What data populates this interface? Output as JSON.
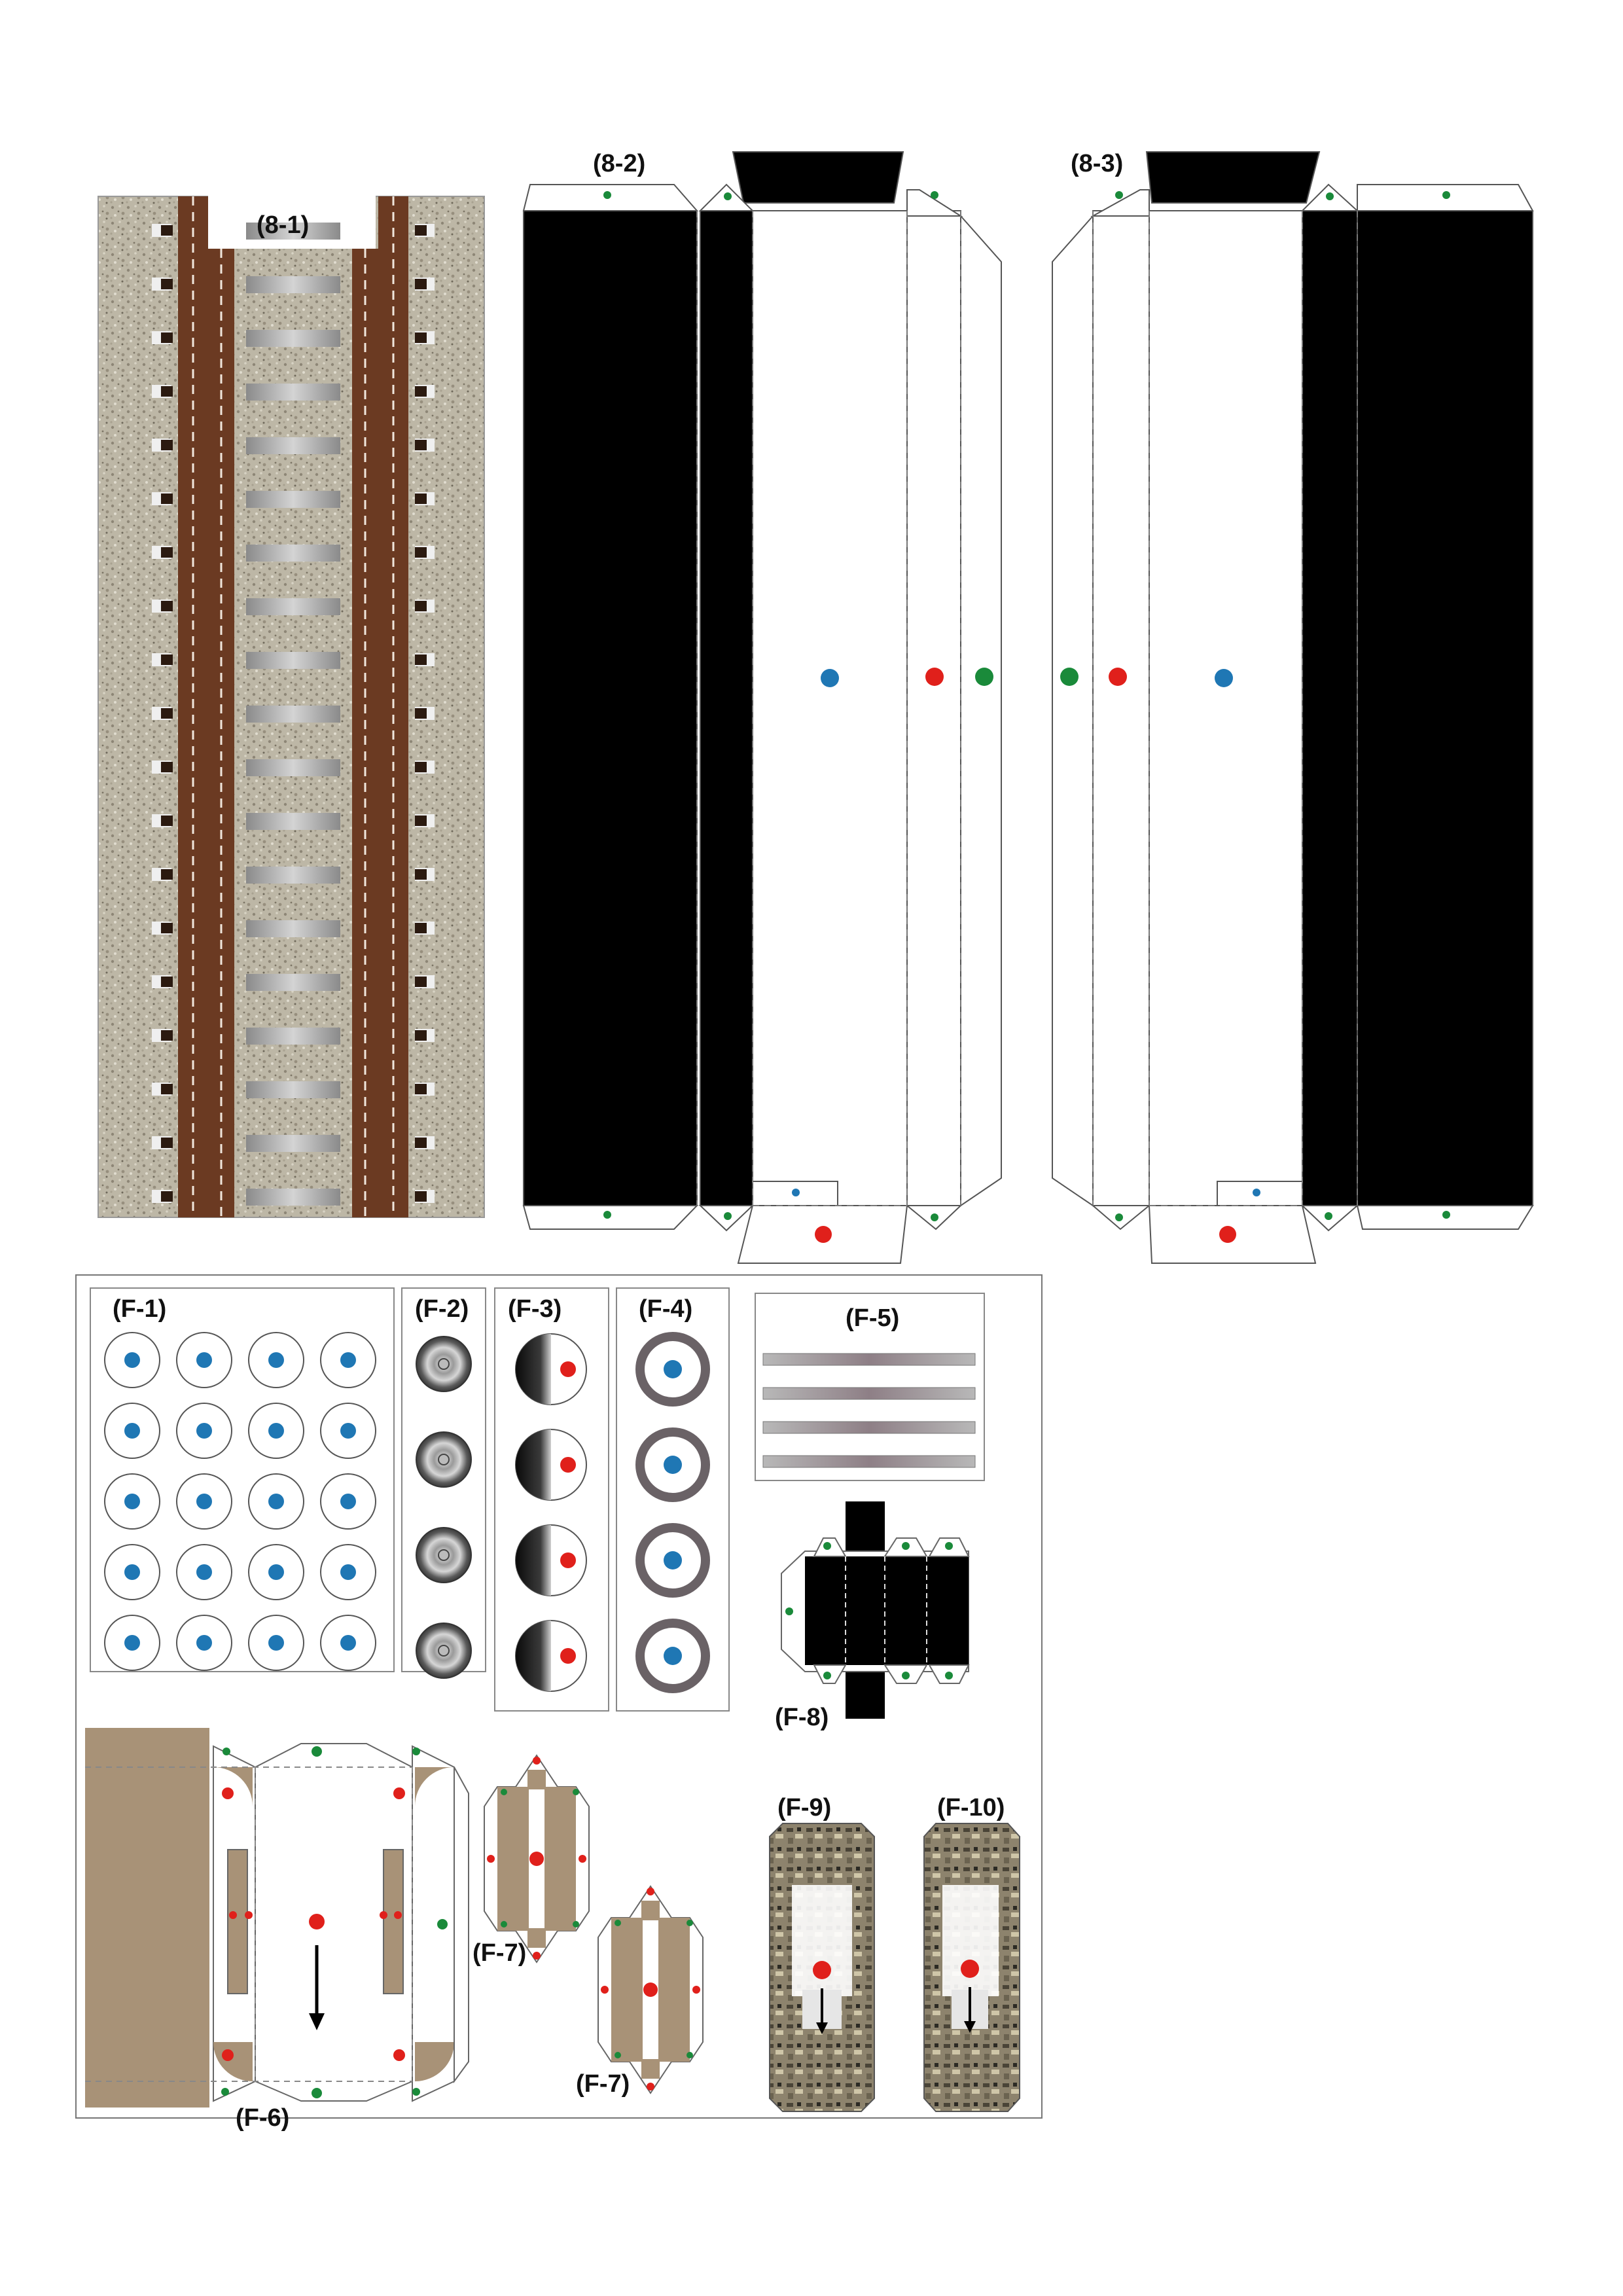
{
  "labels": {
    "p81": "(8-1)",
    "p82": "(8-2)",
    "p83": "(8-3)",
    "f1": "(F-1)",
    "f2": "(F-2)",
    "f3": "(F-3)",
    "f4": "(F-4)",
    "f5": "(F-5)",
    "f6": "(F-6)",
    "f7a": "(F-7)",
    "f7b": "(F-7)",
    "f8": "(F-8)",
    "f9": "(F-9)",
    "f10": "(F-10)"
  },
  "colors": {
    "marker_blue": "#1f77b4",
    "marker_red": "#e0201b",
    "marker_green": "#1a8a3a",
    "rail_brown": "#6b3a22",
    "gravel": "#b9b3a2",
    "tan": "#a89277",
    "panel_black": "#000000",
    "sleeper_gray": "#a8a8a8"
  },
  "counts": {
    "f1_grid": "5 rows x 4 columns",
    "f2_wheels": 4,
    "f3_halves": 4,
    "f4_rings": 4,
    "f5_strips": 4
  }
}
